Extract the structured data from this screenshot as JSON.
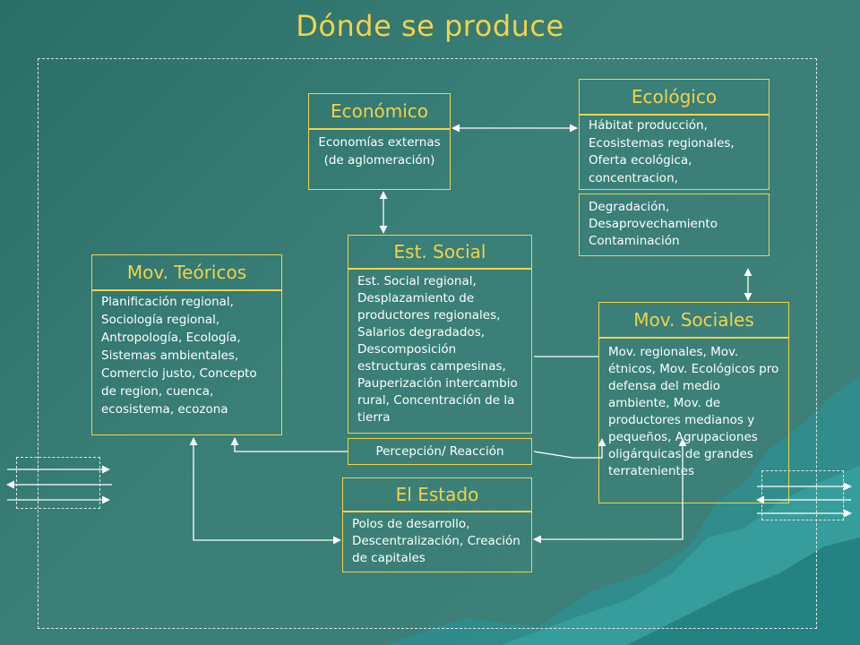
{
  "title": "Dónde se produce",
  "nodes": {
    "economico": {
      "header": "Económico",
      "body": "Economías externas (de aglomeración)"
    },
    "ecologico": {
      "header": "Ecológico",
      "body": "Hábitat producción, Ecosistemas regionales, Oferta ecológica, concentracion,",
      "body2": "Degradación, Desaprovechamiento Contaminación"
    },
    "est_social": {
      "header": "Est. Social",
      "body": "Est. Social regional, Desplazamiento de productores regionales, Salarios degradados, Descomposición estructuras campesinas, Pauperización intercambio rural, Concentración de la tierra"
    },
    "mov_teoricos": {
      "header": "Mov. Teóricos",
      "body": "Planificación regional, Sociología regional, Antropología, Ecología, Sistemas ambientales, Comercio justo, Concepto de region, cuenca, ecosistema, ecozona"
    },
    "mov_sociales": {
      "header": "Mov. Sociales",
      "body": "Mov. regionales, Mov. étnicos, Mov. Ecológicos pro defensa del medio ambiente, Mov. de productores medianos y pequeños, Agrupaciones oligárquicas de grandes terratenientes"
    },
    "percepcion": {
      "body": "Percepción/ Reacción"
    },
    "estado": {
      "header": "El Estado",
      "body": "Polos de desarrollo, Descentralización, Creación de capitales"
    }
  },
  "colors": {
    "accent": "#f2d34a",
    "text": "#ffffff",
    "background": "#2f726c",
    "lines": "#ffffff"
  }
}
